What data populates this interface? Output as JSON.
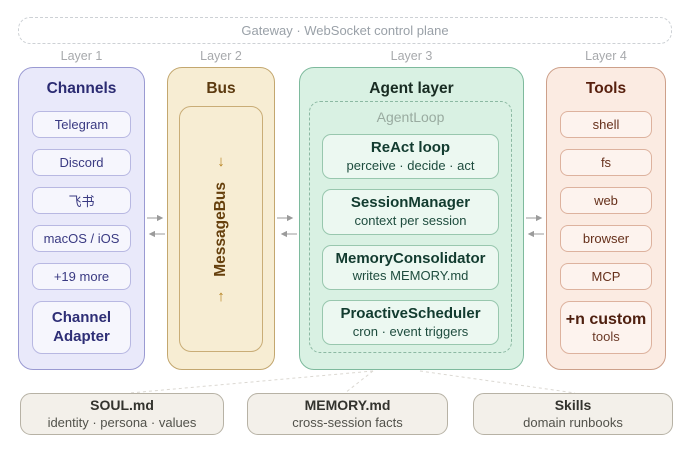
{
  "gateway": {
    "label": "Gateway · WebSocket control plane"
  },
  "layers": {
    "labels": [
      "Layer 1",
      "Layer 2",
      "Layer 3",
      "Layer 4"
    ]
  },
  "channels": {
    "title": "Channels",
    "items": [
      "Telegram",
      "Discord",
      "飞书",
      "macOS / iOS",
      "+19 more"
    ],
    "adapter": "Channel Adapter"
  },
  "bus": {
    "title": "Bus",
    "label": "MessageBus",
    "down_arrow": "↓",
    "up_arrow": "↑"
  },
  "agent": {
    "title": "Agent layer",
    "loop_label": "AgentLoop",
    "modules": [
      {
        "name": "ReAct loop",
        "desc": "perceive · decide · act"
      },
      {
        "name": "SessionManager",
        "desc": "context per session"
      },
      {
        "name": "MemoryConsolidator",
        "desc": "writes MEMORY.md"
      },
      {
        "name": "ProactiveScheduler",
        "desc": "cron · event triggers"
      }
    ]
  },
  "tools": {
    "title": "Tools",
    "items": [
      "shell",
      "fs",
      "web",
      "browser",
      "MCP"
    ],
    "custom": {
      "name": "+n custom",
      "sub": "tools"
    }
  },
  "artifacts": [
    {
      "name": "SOUL.md",
      "desc": "identity · persona · values"
    },
    {
      "name": "MEMORY.md",
      "desc": "cross-session facts"
    },
    {
      "name": "Skills",
      "desc": "domain runbooks"
    }
  ],
  "colors": {
    "channels_accent": "#2b2b72",
    "channels_bg": "#e9e9fa",
    "bus_accent": "#5c3a0f",
    "bus_bg": "#f7edd3",
    "agent_accent": "#182b22",
    "agent_bg": "#d9f1e3",
    "tools_accent": "#571f0d",
    "tools_bg": "#fbebe2",
    "artifact_bg": "#f3f0ea",
    "connector": "#9b9b9b"
  }
}
